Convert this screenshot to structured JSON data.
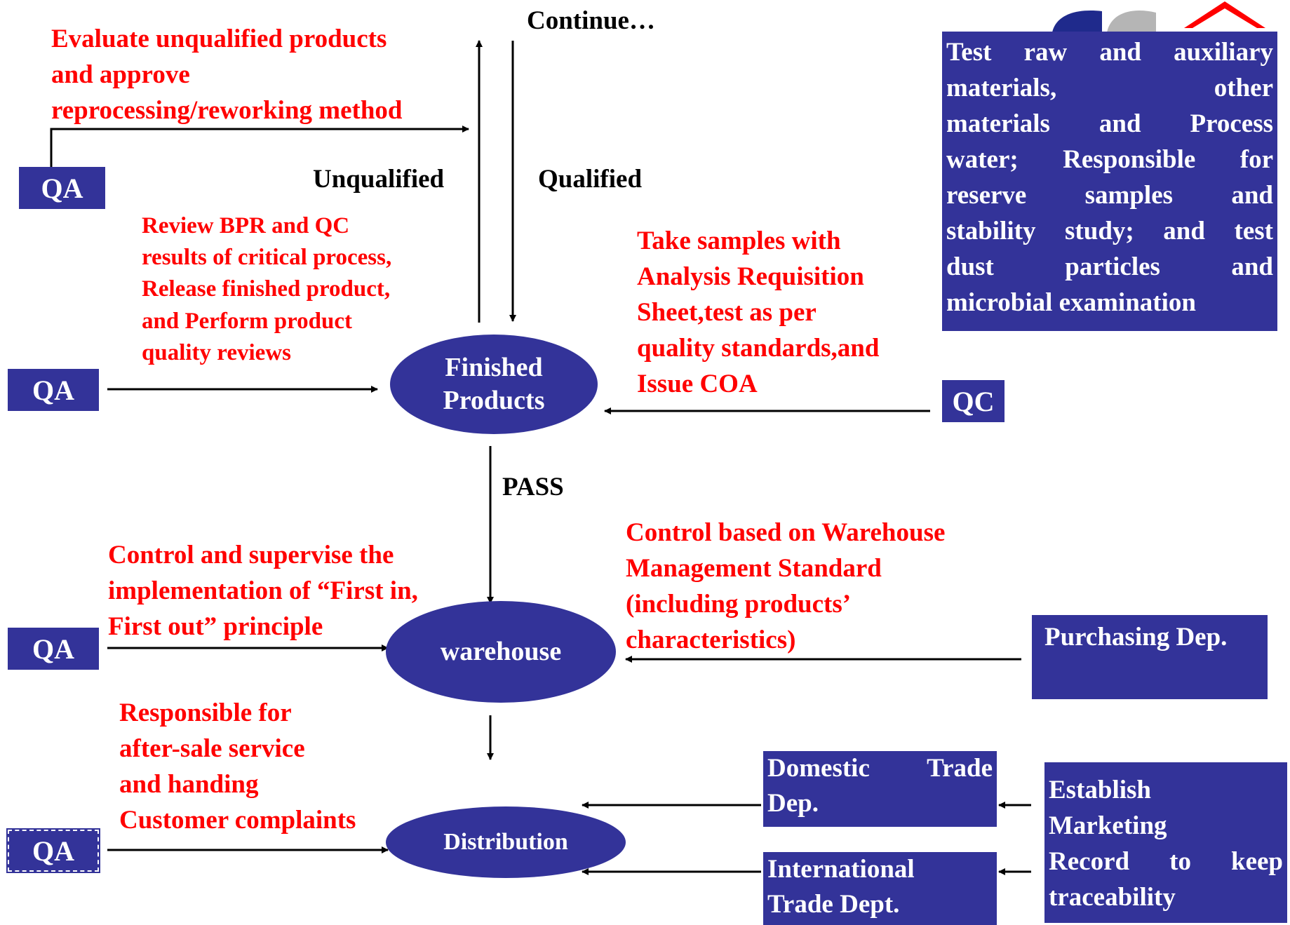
{
  "headings": {
    "continue": "Continue…",
    "unqualified": "Unqualified",
    "qualified": "Qualified",
    "pass": "PASS"
  },
  "nodes": {
    "finished_products": "Finished\nProducts",
    "warehouse": "warehouse",
    "distribution": "Distribution"
  },
  "departments": {
    "qa": "QA",
    "qc": "QC",
    "purchasing": "Purchasing Dep.",
    "domestic_trade": [
      "Domestic Trade",
      "Dep."
    ],
    "international_trade": [
      "International",
      "Trade Dept."
    ],
    "marketing": [
      "Establish",
      "Marketing",
      "Record to keep",
      "traceability"
    ],
    "qc_duties": [
      "Test raw and auxiliary",
      "materials, other",
      "materials and Process",
      "water; Responsible for",
      "reserve samples and",
      "stability study; and test",
      "dust particles and",
      "microbial examination"
    ]
  },
  "notes": {
    "evaluate": [
      "Evaluate unqualified products",
      "and approve",
      "reprocessing/reworking method"
    ],
    "review": [
      "Review BPR and QC",
      "results of critical process,",
      "Release finished product,",
      "and Perform product",
      "quality reviews"
    ],
    "take_samples": [
      "Take samples with",
      "Analysis Requisition",
      "Sheet,test as per",
      "quality standards,and",
      "Issue COA"
    ],
    "control_fifo": [
      "Control and supervise the",
      "implementation of “First in,",
      "First out” principle"
    ],
    "control_warehouse": [
      "Control based on Warehouse",
      "Management Standard",
      "(including products’",
      "characteristics)"
    ],
    "after_sale": [
      "Responsible for",
      "after-sale service",
      "and handing",
      "Customer complaints"
    ]
  },
  "colors": {
    "box_fill": "#333399",
    "note_text": "#ff0000",
    "heading_text": "#000000",
    "box_text": "#ffffff",
    "logo_red": "#ff0000",
    "logo_blue": "#1f2a8c",
    "logo_gray": "#b5b5b5"
  },
  "icons": {
    "logo": "company-logo-icon"
  }
}
